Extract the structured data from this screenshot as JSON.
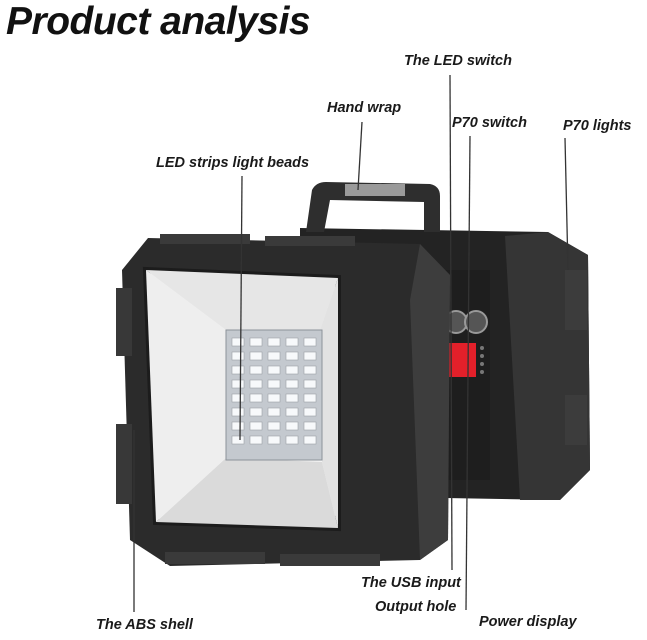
{
  "title": "Product analysis",
  "labels": {
    "led_switch": "The LED switch",
    "hand_wrap": "Hand wrap",
    "p70_switch": "P70 switch",
    "p70_lights": "P70 lights",
    "led_strips": "LED strips light beads",
    "usb_input": "The USB input",
    "output_hole": "Output hole",
    "abs_shell": "The ABS shell",
    "power_display": "Power display"
  },
  "colors": {
    "body": "#2b2b2b",
    "shell_light": "#4a4a4a",
    "lens": "#f2f2f2",
    "led_panel": "#c9cdd2",
    "power_display": "#e3202a",
    "leader_line": "#333333"
  }
}
